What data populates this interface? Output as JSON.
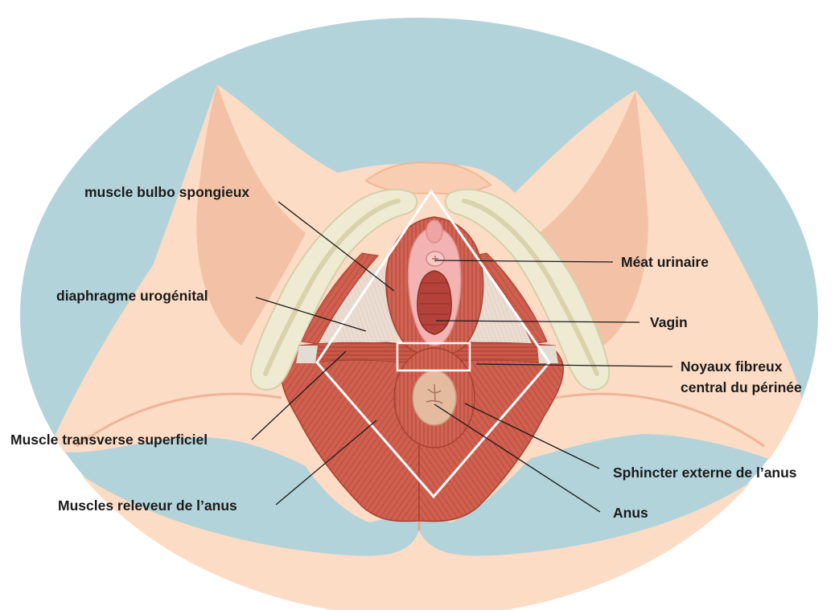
{
  "labels": {
    "bulbo": "muscle bulbo spongieux",
    "diaphragme": "diaphragme urogénital",
    "transverse": "Muscle transverse superficiel",
    "releveur": "Muscles releveur de l’anus",
    "meat": "Méat urinaire",
    "vagin": "Vagin",
    "noyaux_1": "Noyaux fibreux",
    "noyaux_2": "central du périnée",
    "sphincter": "Sphincter externe de l’anus",
    "anus": "Anus"
  },
  "colors": {
    "background_oval": "#b2d3da",
    "skin": "#fcdcc4",
    "skin_shadow": "#f1b99a",
    "muscle": "#cf5f4f",
    "muscle_dark": "#b24638",
    "bone": "#eeebd2",
    "membrane": "#e9d8ce",
    "mucosa": "#f2b3b2",
    "anus": "#e5bba0",
    "leader_line": "#1a1a1a",
    "outline": "#ffffff"
  }
}
